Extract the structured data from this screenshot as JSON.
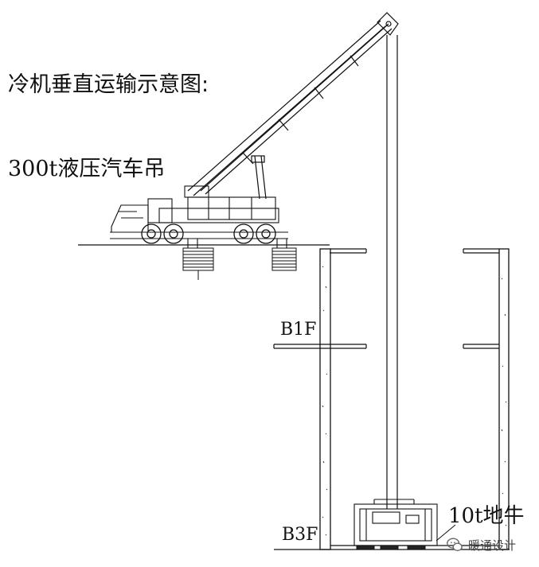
{
  "title": "冷机垂直运输示意图:",
  "crane_label": "300t液压汽车吊",
  "floor_b1": "B1F",
  "floor_b3": "B3F",
  "equipment_label": "10t地牛",
  "watermark": {
    "text": "暖通设计",
    "icon": "chat-bubble-icon"
  }
}
